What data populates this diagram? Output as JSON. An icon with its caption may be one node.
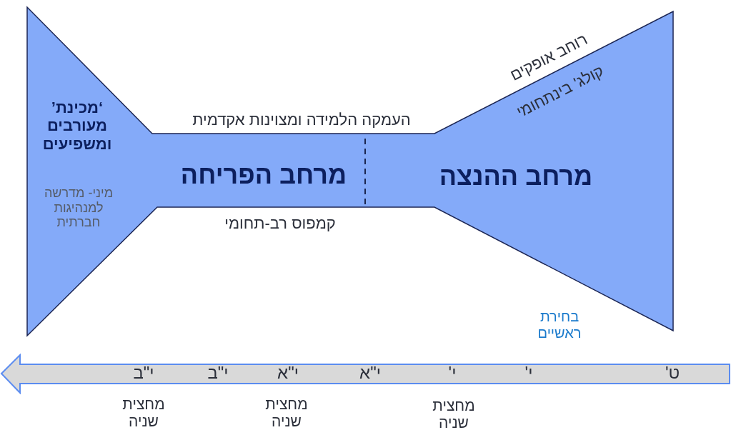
{
  "diagram": {
    "nodes": [
      {
        "text": [
          "‘מכינת’ מעורבים ומשפיעים",
          "מיני- מדרשה למנהיגות חברתית",
          "מרחב הפריחה"
        ]
      },
      {
        "text": [
          "קולג' בינתחומי",
          "מרחב ההנצה"
        ]
      },
      {
        "text": [
          "ט'",
          "י'",
          "י'",
          "י\"א",
          "י\"א",
          "י\"ב",
          "י\"ב"
        ],
        "beside": [
          "מחצית שניה",
          "מחצית שניה",
          "מחצית שניה"
        ]
      }
    ],
    "labels": [
      "רוחב אופקים",
      "העמקה הלמידה ומצוינות אקדמית",
      "קמפוס רב-תחומי",
      "בחירת ראשיים"
    ]
  }
}
